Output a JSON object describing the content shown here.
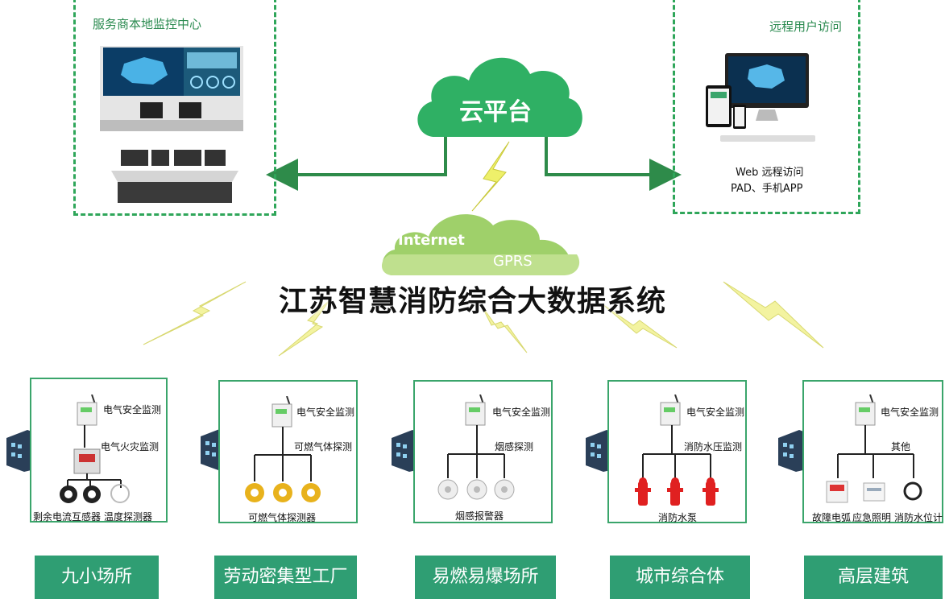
{
  "title": "江苏智慧消防综合大数据系统",
  "local_center": {
    "title": "服务商本地监控中心"
  },
  "remote_access": {
    "title": "远程用户访问",
    "line1": "Web 远程访问",
    "line2": "PAD、手机APP"
  },
  "cloud": {
    "label": "云平台"
  },
  "network": {
    "internet": "Internet",
    "gprs": "GPRS"
  },
  "scenarios": [
    {
      "name": "九小场所",
      "device": "电气安全监测",
      "category": "电气火灾监测",
      "sensors": [
        "剩余电流互感器",
        "温度探测器"
      ]
    },
    {
      "name": "劳动密集型工厂",
      "device": "电气安全监测",
      "category": "可燃气体探测",
      "sensors": [
        "可燃气体探测器"
      ]
    },
    {
      "name": "易燃易爆场所",
      "device": "电气安全监测",
      "category": "烟感探测",
      "sensors": [
        "烟感报警器"
      ]
    },
    {
      "name": "城市综合体",
      "device": "电气安全监测",
      "category": "消防水压监测",
      "sensors": [
        "消防水泵"
      ]
    },
    {
      "name": "高层建筑",
      "device": "电气安全监测",
      "category": "其他",
      "sensors": [
        "故障电弧",
        "应急照明",
        "消防水位计"
      ]
    }
  ],
  "colors": {
    "green": "#2fa65a",
    "footer": "#2f9e73",
    "bolt": "#e8e84a"
  }
}
